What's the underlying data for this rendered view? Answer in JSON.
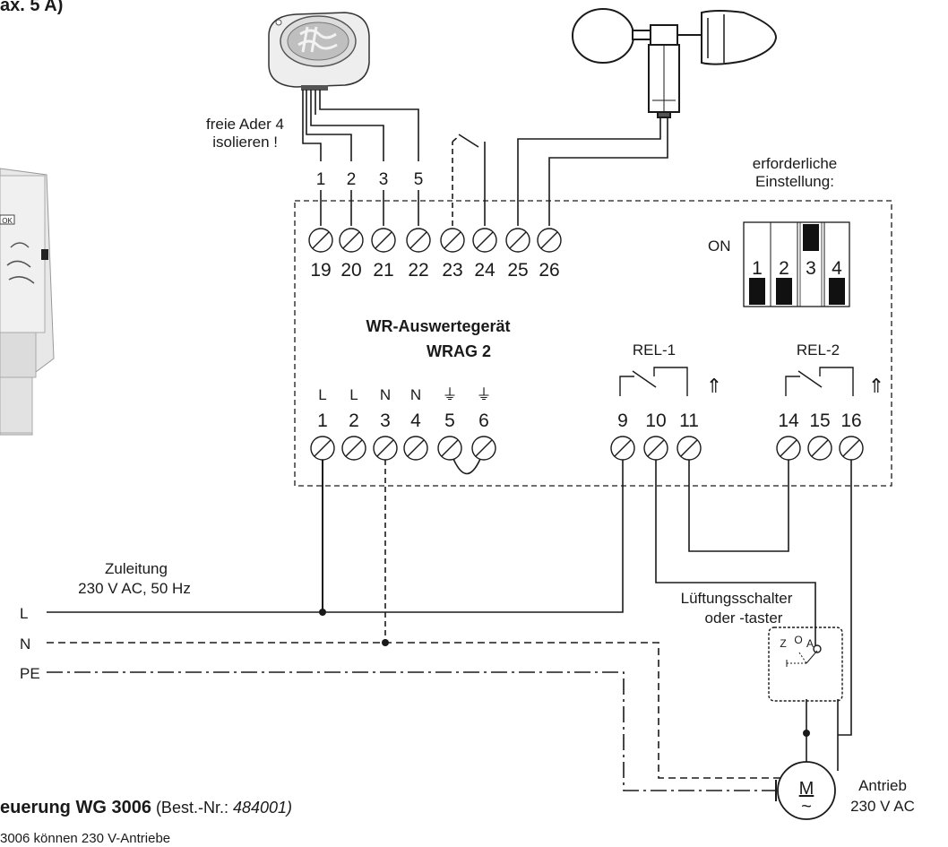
{
  "header_fragment": "ax. 5 A)",
  "wire_note": [
    "freie Ader 4",
    "isolieren !"
  ],
  "sensor_wire_numbers": [
    "1",
    "2",
    "3",
    "5"
  ],
  "upper_terminals": [
    "19",
    "20",
    "21",
    "22",
    "23",
    "24",
    "25",
    "26"
  ],
  "dip_switch": {
    "label": [
      "erforderliche",
      "Einstellung:"
    ],
    "on_label": "ON",
    "switch_numbers": [
      "1",
      "2",
      "3",
      "4"
    ],
    "switch_states": [
      "off",
      "off",
      "on",
      "off"
    ]
  },
  "device": {
    "name": "WR-Auswertegerät",
    "model": "WRAG 2",
    "panel_text": "OK"
  },
  "lower_terminals": {
    "labels": [
      "L",
      "L",
      "N",
      "N",
      "⏚",
      "⏚"
    ],
    "numbers": [
      "1",
      "2",
      "3",
      "4",
      "5",
      "6"
    ]
  },
  "relays": [
    {
      "name": "REL-1",
      "terminals": [
        "9",
        "10",
        "11"
      ],
      "arrow": "⇑"
    },
    {
      "name": "REL-2",
      "terminals": [
        "14",
        "15",
        "16"
      ],
      "arrow": "⇑"
    }
  ],
  "supply": {
    "title": "Zuleitung",
    "spec": "230 V AC, 50 Hz",
    "lines": [
      "L",
      "N",
      "PE"
    ]
  },
  "switch": {
    "label": [
      "Lüftungsschalter",
      "oder -taster"
    ],
    "positions": [
      "Z",
      "O",
      "A"
    ]
  },
  "motor": {
    "symbol": "M",
    "tilde": "~",
    "label": [
      "Antrieb",
      "230 V AC"
    ]
  },
  "footer": {
    "title_bold": "euerung WG 3006",
    "title_rest": " (Best.-Nr.: ",
    "order_no": "484001)",
    "subline": "3006 können 230 V-Antriebe"
  }
}
